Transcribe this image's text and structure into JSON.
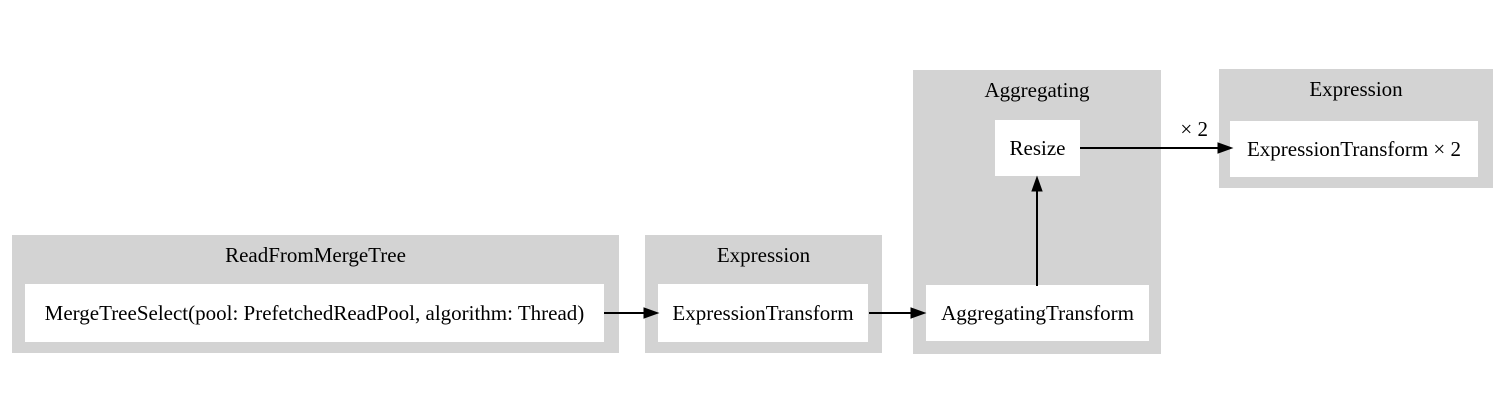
{
  "diagram": {
    "type": "query-pipeline-graph",
    "colors": {
      "cluster_fill": "#d3d3d3",
      "node_fill": "#ffffff",
      "text": "#000000",
      "edge": "#000000",
      "background": "#ffffff"
    },
    "clusters": [
      {
        "label": "ReadFromMergeTree",
        "nodes": [
          {
            "label": "MergeTreeSelect(pool: PrefetchedReadPool, algorithm: Thread)"
          }
        ]
      },
      {
        "label": "Expression",
        "nodes": [
          {
            "label": "ExpressionTransform"
          }
        ]
      },
      {
        "label": "Aggregating",
        "nodes": [
          {
            "label": "Resize"
          },
          {
            "label": "AggregatingTransform"
          }
        ]
      },
      {
        "label": "Expression",
        "nodes": [
          {
            "label": "ExpressionTransform × 2"
          }
        ]
      }
    ],
    "edges": [
      {
        "from": "MergeTreeSelect(pool: PrefetchedReadPool, algorithm: Thread)",
        "to": "ExpressionTransform",
        "label": ""
      },
      {
        "from": "ExpressionTransform",
        "to": "AggregatingTransform",
        "label": ""
      },
      {
        "from": "AggregatingTransform",
        "to": "Resize",
        "label": ""
      },
      {
        "from": "Resize",
        "to": "ExpressionTransform × 2",
        "label": "× 2"
      }
    ]
  }
}
